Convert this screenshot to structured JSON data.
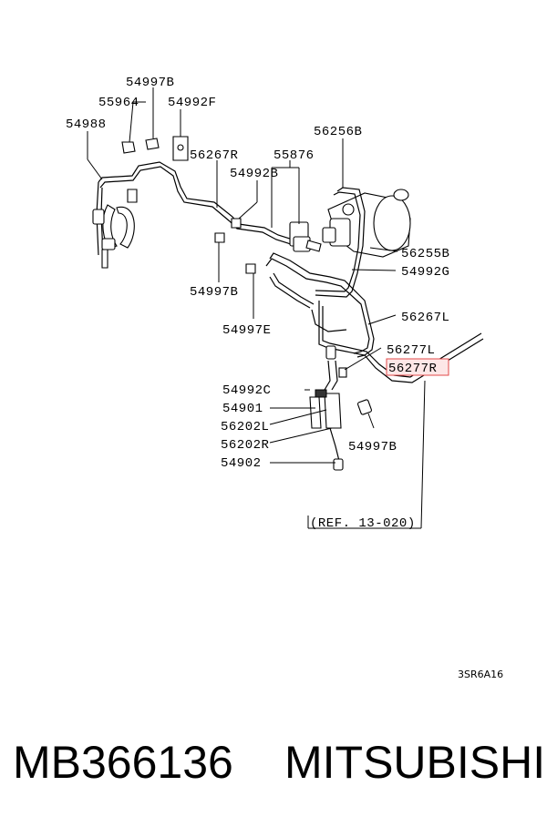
{
  "labels": {
    "l_54997B_top": "54997B",
    "l_55964": "55964",
    "l_54992F": "54992F",
    "l_54988": "54988",
    "l_56256B": "56256B",
    "l_56267R": "56267R",
    "l_55876": "55876",
    "l_54992B": "54992B",
    "l_56255B": "56255B",
    "l_54992G": "54992G",
    "l_54997B_mid": "54997B",
    "l_56267L": "56267L",
    "l_54997E": "54997E",
    "l_56277L": "56277L",
    "l_56277R": "56277R",
    "l_54992C": "54992C",
    "l_54901": "54901",
    "l_56202L": "56202L",
    "l_56202R": "56202R",
    "l_54997B_low": "54997B",
    "l_54902": "54902",
    "l_ref": "(REF. 13-020)",
    "l_code": "3SR6A16"
  },
  "highlight_color": "#e24a4a",
  "footer": {
    "part_number": "MB366136",
    "brand": "MITSUBISHI"
  }
}
